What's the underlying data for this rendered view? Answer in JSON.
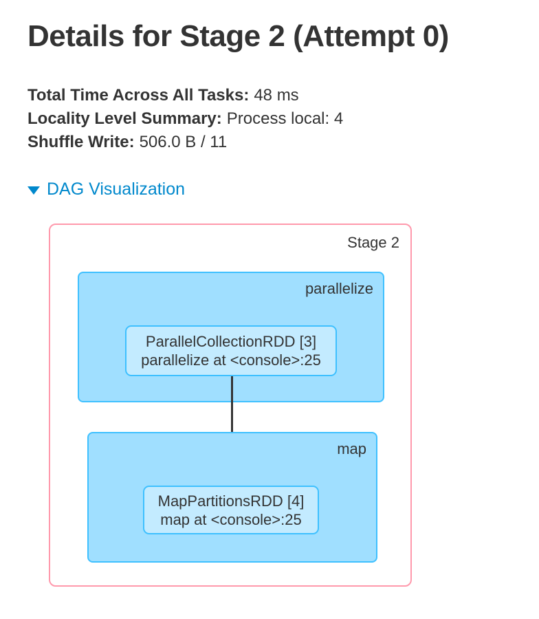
{
  "page": {
    "title": "Details for Stage 2 (Attempt 0)"
  },
  "summary": {
    "items": [
      {
        "label": "Total Time Across All Tasks:",
        "value": "48 ms"
      },
      {
        "label": "Locality Level Summary:",
        "value": "Process local: 4"
      },
      {
        "label": "Shuffle Write:",
        "value": "506.0 B / 11"
      }
    ]
  },
  "dag": {
    "toggle_label": "DAG Visualization",
    "toggle_icon": "triangle-down-icon",
    "stage_label": "Stage 2",
    "clusters": [
      {
        "label": "parallelize",
        "node": {
          "line1": "ParallelCollectionRDD [3]",
          "line2": "parallelize at <console>:25"
        }
      },
      {
        "label": "map",
        "node": {
          "line1": "MapPartitionsRDD [4]",
          "line2": "map at <console>:25"
        }
      }
    ],
    "edges": [
      {
        "from": "ParallelCollectionRDD [3]",
        "to": "MapPartitionsRDD [4]"
      }
    ],
    "colors": {
      "stage_border": "#FF99AC",
      "stage_fill": "#FFFFFF",
      "cluster_fill": "#A0DFFF",
      "cluster_border": "#3EC0FF",
      "node_fill": "#C3EBFF",
      "node_border": "#3EC0FF",
      "edge": "#333333",
      "link": "#0088CC",
      "text": "#333333"
    }
  }
}
